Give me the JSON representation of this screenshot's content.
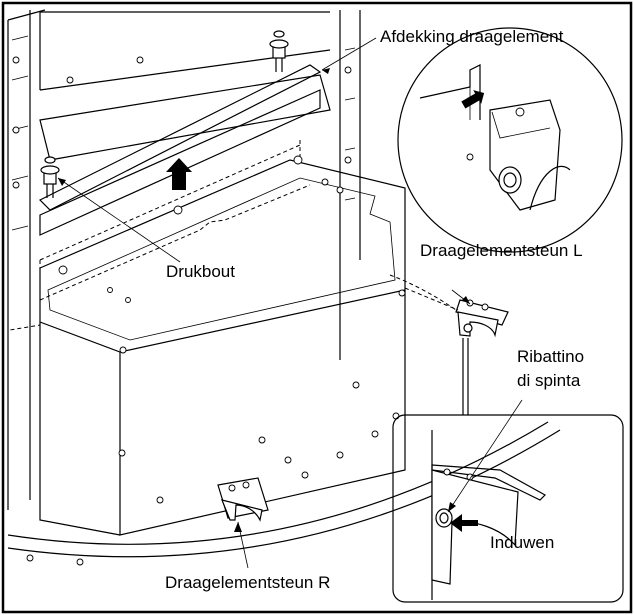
{
  "labels": {
    "cover": "Afdekking draagelement",
    "push_bolt": "Drukbout",
    "support_l": "Draagelementsteun L",
    "push_pin_line1": "Ribattino",
    "push_pin_line2": "di spinta",
    "push_in": "Induwen",
    "support_r": "Draagelementsteun R"
  },
  "colors": {
    "line": "#000000",
    "background": "#ffffff"
  }
}
